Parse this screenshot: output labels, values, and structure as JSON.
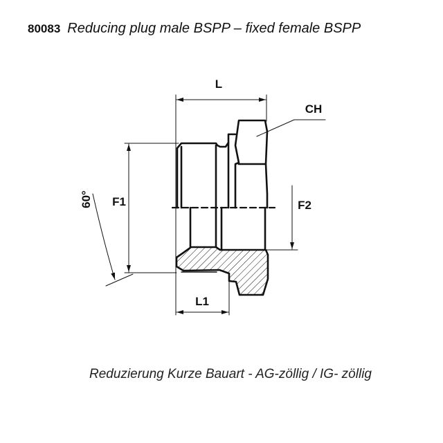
{
  "title": {
    "code": "80083",
    "name": "Reducing plug male BSPP – fixed female BSPP"
  },
  "caption": "Reduzierung Kurze Bauart - AG-zöllig / IG- zöllig",
  "dimensions": {
    "L": "L",
    "L1": "L1",
    "F1": "F1",
    "F2": "F2",
    "CH": "CH",
    "angle": "60°"
  }
}
